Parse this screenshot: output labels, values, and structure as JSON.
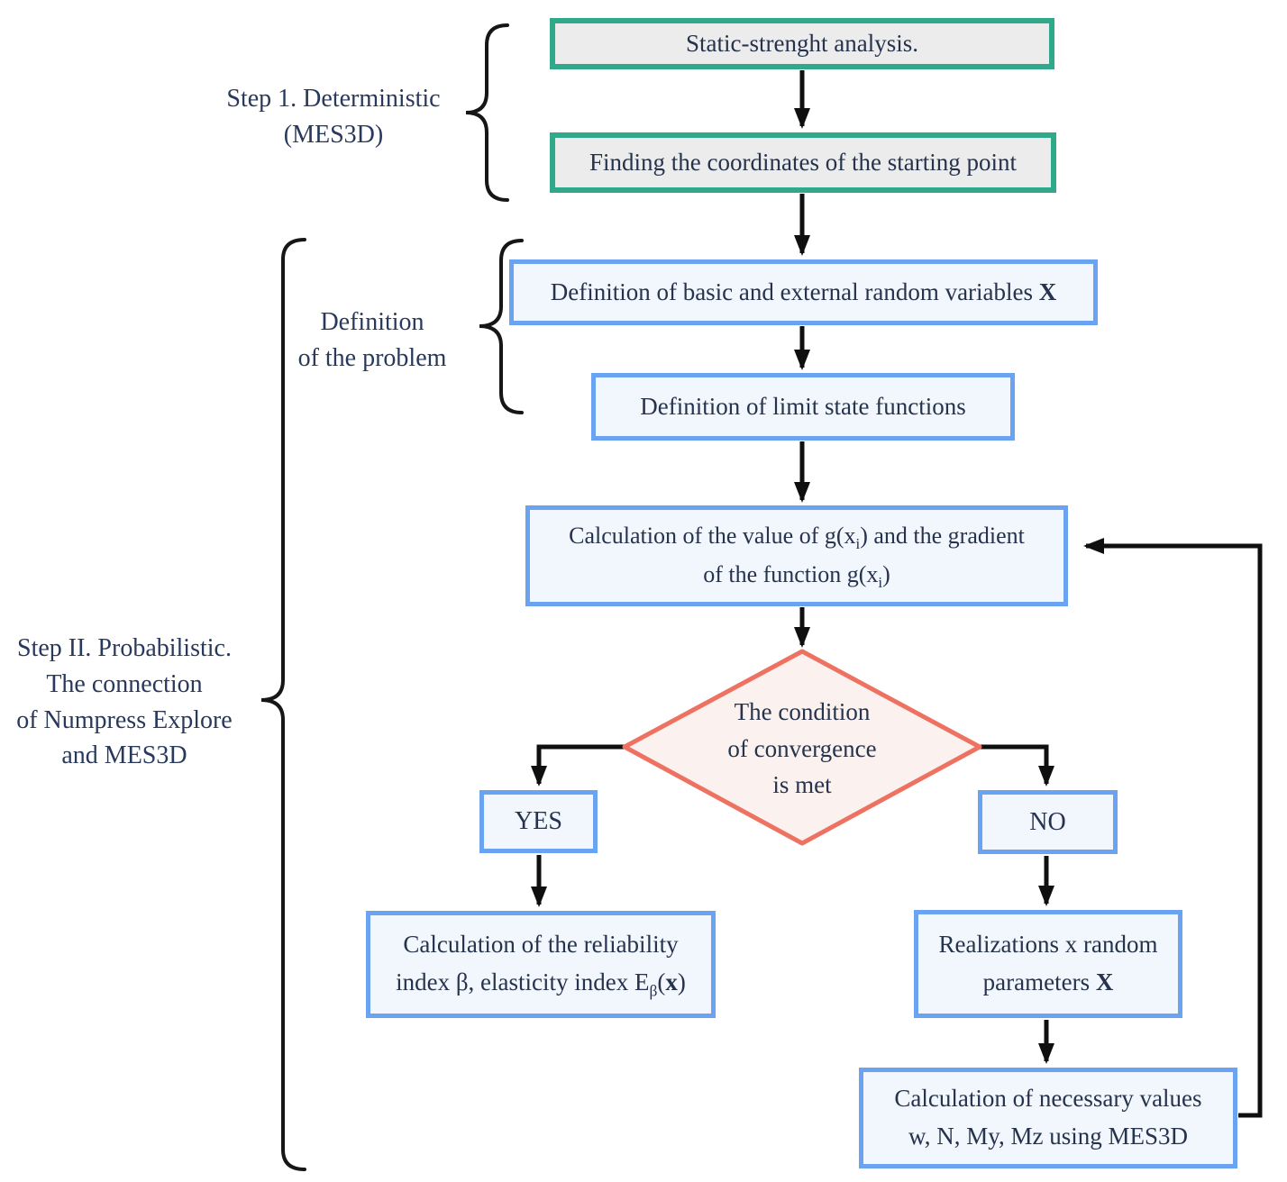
{
  "diagram": {
    "labels": {
      "step1": {
        "lines": [
          "Step 1. Deterministic",
          "(MES3D)"
        ]
      },
      "definition": {
        "lines": [
          "Definition",
          "of the problem"
        ]
      },
      "step2": {
        "lines": [
          "Step II. Probabilistic.",
          "The connection",
          "of Numpress Explore",
          "and MES3D"
        ]
      }
    },
    "nodes": {
      "static_analysis": {
        "label": "Static-strenght analysis."
      },
      "starting_point": {
        "label": "Finding the coordinates of the starting point"
      },
      "random_variables": {
        "text": "Definition of basic and external random variables ",
        "bold_suffix": "X"
      },
      "limit_state": {
        "label": "Definition of limit state functions"
      },
      "gradient_calc": {
        "l1a": "Calculation of the value of g(x",
        "l1sub": "i",
        "l1b": ") and the gradient",
        "l2a": "of the function g(x",
        "l2sub": "i",
        "l2b": ")"
      },
      "convergence": {
        "lines": [
          "The condition",
          "of convergence",
          "is met"
        ]
      },
      "yes": {
        "label": "YES"
      },
      "no": {
        "label": "NO"
      },
      "reliability": {
        "l1": "Calculation of the reliability",
        "l2a": "index β, elasticity index E",
        "l2sub": "β",
        "l2b": "(",
        "l2bold": "x",
        "l2c": ")"
      },
      "realizations": {
        "l1": "Realizations x random",
        "l2a": "parameters ",
        "l2bold": "X"
      },
      "necessary_values": {
        "lines": [
          "Calculation of necessary values",
          "w, N, My, Mz using MES3D"
        ]
      }
    },
    "colors": {
      "green_border": "#2fa98a",
      "green_fill": "#ececec",
      "blue_border": "#6aa3f2",
      "blue_fill": "#f2f6fd",
      "red_border": "#ee7261",
      "red_fill": "#fbf1ee",
      "arrow": "#0f0f0f",
      "text": "#26334d"
    }
  }
}
